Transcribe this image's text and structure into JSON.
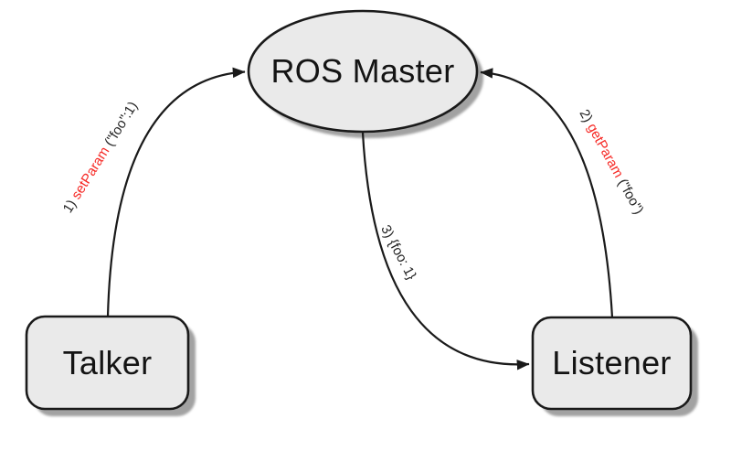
{
  "nodes": {
    "master": {
      "label": "ROS Master"
    },
    "talker": {
      "label": "Talker"
    },
    "listener": {
      "label": "Listener"
    }
  },
  "edges": {
    "set_param": {
      "prefix": "1) ",
      "method": "setParam",
      "args": " (\"foo\":1)"
    },
    "get_param": {
      "prefix": "2) ",
      "method": "getParam",
      "args": " (\"foo\")"
    },
    "value": {
      "label": "3) {foo: 1}"
    }
  },
  "colors": {
    "red": "#f62a26",
    "node_fill": "#eaeaea",
    "outline": "#1a1a1a",
    "shadow": "#a2a2a2",
    "background": "#ffffff"
  }
}
